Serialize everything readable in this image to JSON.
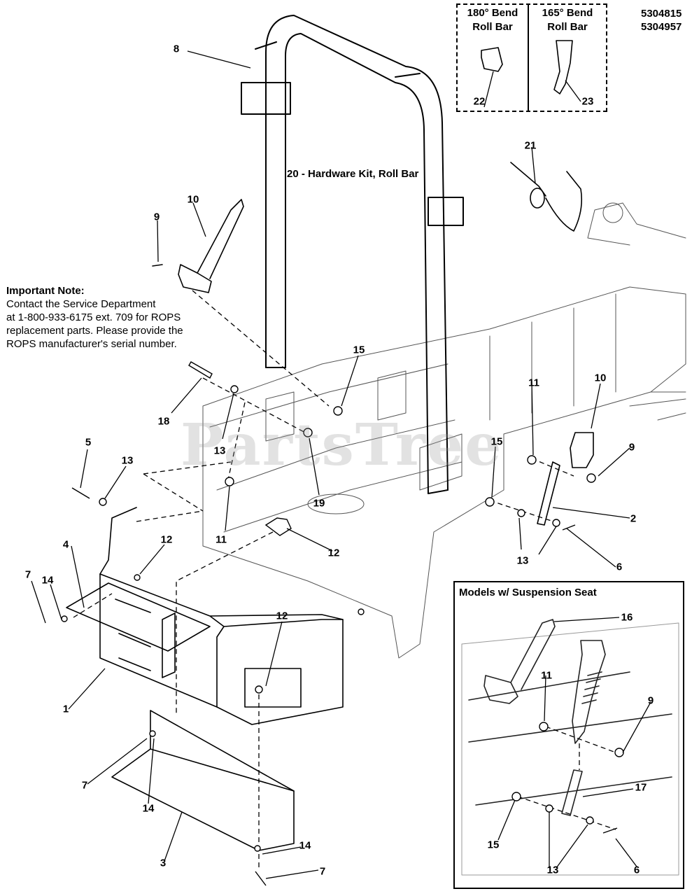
{
  "part_numbers": [
    "5304815",
    "5304957"
  ],
  "watermark": "PartsTree",
  "roll_bar_inset": {
    "left_label_line1": "180° Bend",
    "left_label_line2": "Roll Bar",
    "right_label_line1": "165° Bend",
    "right_label_line2": "Roll Bar",
    "left_callout": "22",
    "right_callout": "23"
  },
  "hardware_kit_label": "20 - Hardware Kit, Roll Bar",
  "important_note": {
    "heading": "Important Note:",
    "lines": [
      "Contact the Service Department",
      "at 1-800-933-6175 ext. 709 for ROPS",
      "replacement parts.  Please provide the",
      "ROPS manufacturer's serial number."
    ]
  },
  "suspension_inset": {
    "title": "Models w/ Suspension Seat",
    "callouts": [
      "16",
      "11",
      "9",
      "17",
      "15",
      "13",
      "6"
    ]
  },
  "callouts": {
    "c8": "8",
    "c21": "21",
    "c10a": "10",
    "c9a": "9",
    "c15a": "15",
    "c18": "18",
    "c13a": "13",
    "c19": "19",
    "c5": "5",
    "c13b": "13",
    "c11a": "11",
    "c12a": "12",
    "c12b": "12",
    "c4": "4",
    "c14a": "14",
    "c7a": "7",
    "c12c": "12",
    "c1": "1",
    "c7b": "7",
    "c14b": "14",
    "c3": "3",
    "c14c": "14",
    "c7c": "7",
    "c11b": "11",
    "c10b": "10",
    "c15b": "15",
    "c9b": "9",
    "c2": "2",
    "c13c": "13",
    "c6": "6"
  }
}
